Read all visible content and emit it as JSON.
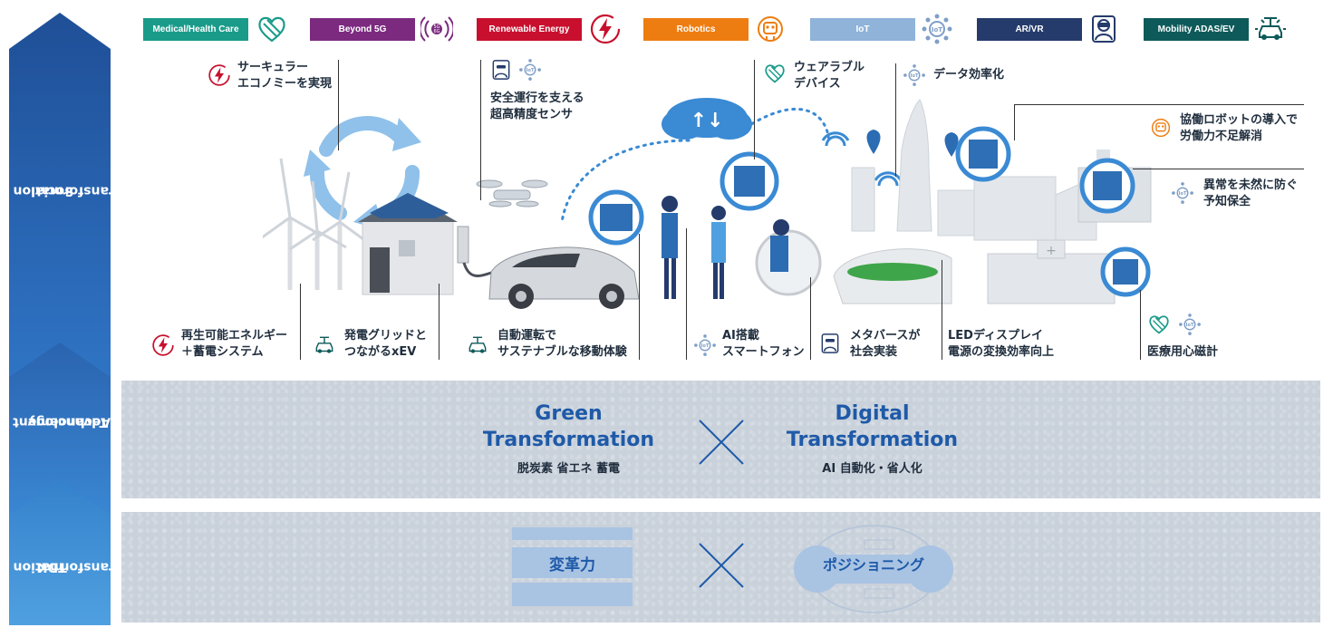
{
  "side_labels": [
    {
      "lines": [
        "Social",
        "Transformation"
      ]
    },
    {
      "lines": [
        "Advancement of",
        "Technology"
      ]
    },
    {
      "lines": [
        "TDK",
        "Transformation"
      ]
    }
  ],
  "categories": [
    {
      "label": "Medical/Health Care",
      "color": "#1a9b8a",
      "icon": "heart-cross-icon"
    },
    {
      "label": "Beyond 5G",
      "color": "#7b2a7f",
      "icon": "5g-signal-icon"
    },
    {
      "label": "Renewable Energy",
      "color": "#c8102e",
      "icon": "lightning-icon"
    },
    {
      "label": "Robotics",
      "color": "#ee7d11",
      "icon": "robot-head-icon"
    },
    {
      "label": "IoT",
      "color": "#8fb3d9",
      "icon": "iot-network-icon"
    },
    {
      "label": "AR/VR",
      "color": "#243b6b",
      "icon": "vr-headset-icon"
    },
    {
      "label": "Mobility ADAS/EV",
      "color": "#0e5a5a",
      "icon": "connected-car-icon"
    }
  ],
  "callouts": {
    "circular": [
      "サーキュラー",
      "エコノミーを実現"
    ],
    "sensor": [
      "安全運行を支える",
      "超高精度センサ"
    ],
    "wearable": [
      "ウェアラブル",
      "デバイス"
    ],
    "data": [
      "データ効率化"
    ],
    "robot": [
      "協働ロボットの導入で",
      "労働力不足解消"
    ],
    "predictive": [
      "異常を未然に防ぐ",
      "予知保全"
    ],
    "renewable": [
      "再生可能エネルギー",
      "＋蓄電システム"
    ],
    "grid": [
      "発電グリッドと",
      "つながるxEV"
    ],
    "autonomous": [
      "自動運転で",
      "サステナブルな移動体験"
    ],
    "smartphone": [
      "AI搭載",
      "スマートフォン"
    ],
    "metaverse": [
      "メタバースが",
      "社会実装"
    ],
    "led": [
      "LEDディスプレイ",
      "電源の変換効率向上"
    ],
    "mri": [
      "医療用心磁計"
    ]
  },
  "tech": {
    "green_title": [
      "Green",
      "Transformation"
    ],
    "green_sub": "脱炭素 省エネ 蓄電",
    "digital_title": [
      "Digital",
      "Transformation"
    ],
    "digital_sub": "AI 自動化・省人化"
  },
  "tdk": {
    "left": "変革力",
    "right": "ポジショニング"
  }
}
